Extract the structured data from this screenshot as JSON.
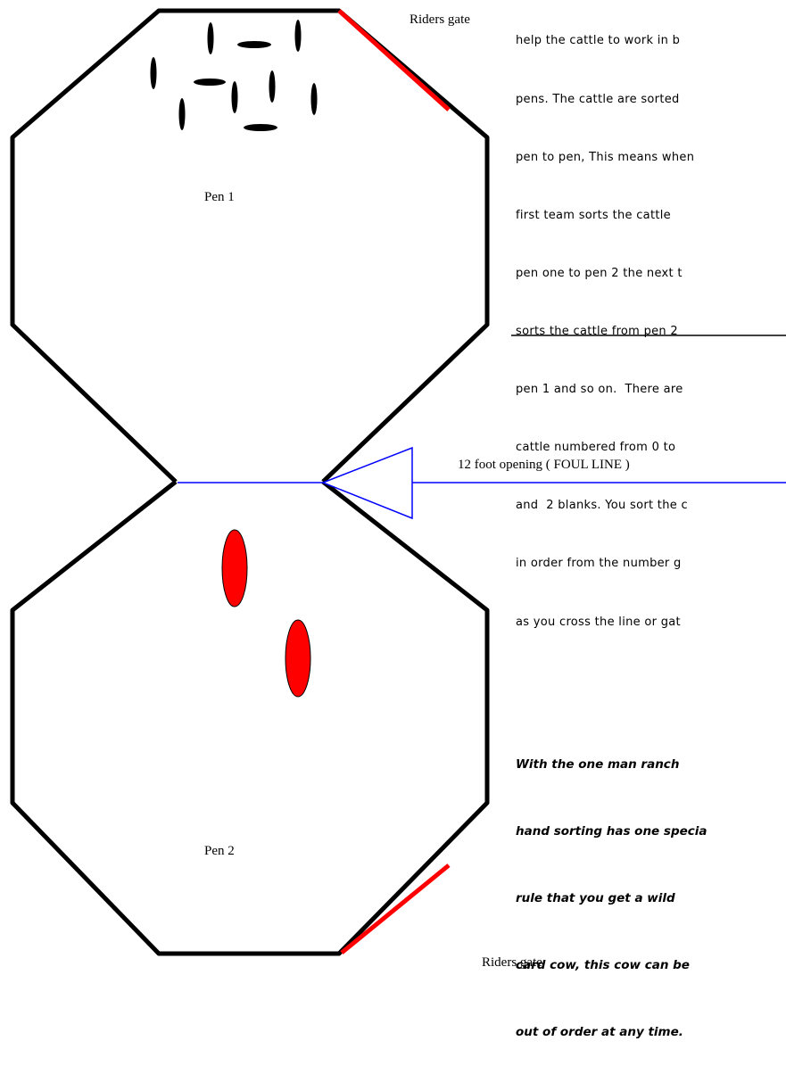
{
  "labels": {
    "riders_gate_top": "Riders gate",
    "riders_gate_bottom": "Riders gate",
    "pen1": "Pen 1",
    "pen2": "Pen 2",
    "foul_line": "12 foot opening ( FOUL LINE )"
  },
  "description_lines": [
    "help the cattle to work in b",
    "pens. The cattle are sorted",
    "pen to pen, This means when",
    "first team sorts the cattle",
    "pen one to pen 2 the next t",
    "sorts the cattle from pen 2",
    "pen 1 and so on.  There are",
    "cattle numbered from 0 to",
    "and  2 blanks. You sort the c",
    "in order from the number g",
    "as you cross the line or gat"
  ],
  "rule_lines": [
    "With the one man ranch",
    "hand sorting has one specia",
    "rule that you get a wild",
    "card cow, this cow can be",
    "out of order at any time."
  ],
  "colors": {
    "pen_outline": "#000000",
    "riders_gate": "#ff0000",
    "foul_line": "#0000ff",
    "wild_card_cattle": "#ff0000",
    "cattle": "#000000"
  },
  "icons": {
    "cattle": "black-oval",
    "wild_cattle": "red-oval",
    "arrow": "blue-triangle-arrow"
  }
}
